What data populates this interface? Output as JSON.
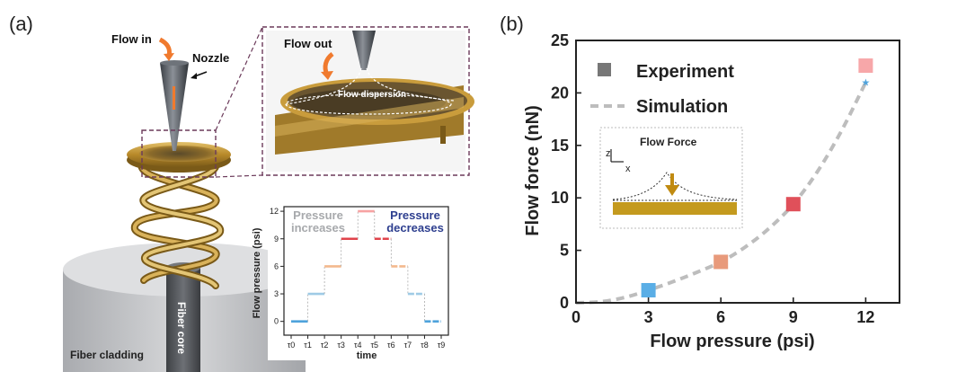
{
  "panel_a": {
    "label": "(a)",
    "flow_in": "Flow in",
    "nozzle": "Nozzle",
    "flow_out": "Flow out",
    "flow_dispersion": "Flow dispersion",
    "fiber_core": "Fiber core",
    "fiber_cladding": "Fiber cladding",
    "colors": {
      "gold": "#b8892a",
      "nozzle": "#555a60",
      "cladding": "#c9cacd",
      "core": "#5c5f63",
      "arrow": "#f07a2e",
      "frame": "#6b3a5a"
    }
  },
  "panel_b": {
    "label": "(b)",
    "inset": {
      "title": "Flow Force",
      "axis_z": "z",
      "axis_x": "x"
    }
  },
  "chart_data": [
    {
      "type": "line",
      "title": "",
      "xlabel": "time",
      "ylabel": "Flow pressure (psi)",
      "annotations": [
        {
          "line1": "Pressure",
          "line2": "increases",
          "color": "#a7a9ac"
        },
        {
          "line1": "Pressure",
          "line2": "decreases",
          "color": "#2e3f8f"
        }
      ],
      "categories": [
        "τ0",
        "τ1",
        "τ2",
        "τ3",
        "τ4",
        "τ5",
        "τ6",
        "τ7",
        "τ8",
        "τ9"
      ],
      "xticks": [
        "τ0",
        "τ1",
        "τ2",
        "τ3",
        "τ4",
        "τ5",
        "τ6",
        "τ7",
        "τ8",
        "τ9"
      ],
      "yticks": [
        0,
        3,
        6,
        9,
        12
      ],
      "ylim": [
        -1.5,
        12.5
      ],
      "steps": [
        {
          "from": 0,
          "to": 1,
          "value": 0,
          "color": "#4fa3dc",
          "style": "solid"
        },
        {
          "from": 1,
          "to": 2,
          "value": 3,
          "color": "#9fcbe6",
          "style": "solid"
        },
        {
          "from": 2,
          "to": 3,
          "value": 6,
          "color": "#f3b98e",
          "style": "solid"
        },
        {
          "from": 3,
          "to": 4,
          "value": 9,
          "color": "#e0434b",
          "style": "solid"
        },
        {
          "from": 4,
          "to": 5,
          "value": 12,
          "color": "#f7a3a3",
          "style": "solid"
        },
        {
          "from": 5,
          "to": 6,
          "value": 9,
          "color": "#e0434b",
          "style": "dashed"
        },
        {
          "from": 6,
          "to": 7,
          "value": 6,
          "color": "#f3b98e",
          "style": "dashed"
        },
        {
          "from": 7,
          "to": 8,
          "value": 3,
          "color": "#9fcbe6",
          "style": "dashed"
        },
        {
          "from": 8,
          "to": 9,
          "value": 0,
          "color": "#4fa3dc",
          "style": "dashed"
        }
      ]
    },
    {
      "type": "scatter",
      "title": "",
      "xlabel": "Flow pressure (psi)",
      "ylabel": "Flow force (nN)",
      "xlim": [
        0,
        13.4
      ],
      "ylim": [
        0,
        25
      ],
      "xticks": [
        0,
        3,
        6,
        9,
        12
      ],
      "yticks": [
        0,
        5,
        10,
        15,
        20,
        25
      ],
      "legend": {
        "placement": "top-left"
      },
      "series": [
        {
          "name": "Experiment",
          "marker": "square",
          "color": "#777777",
          "points": [
            {
              "x": 3,
              "y": 1.2,
              "color": "#5aaee6"
            },
            {
              "x": 6,
              "y": 3.9,
              "color": "#e89a7b"
            },
            {
              "x": 9,
              "y": 9.4,
              "color": "#e0505a"
            },
            {
              "x": 12,
              "y": 22.6,
              "color": "#f7a7a9"
            }
          ]
        },
        {
          "name": "Simulation",
          "style": "dashed",
          "color": "#bdbdbd",
          "points": [
            {
              "x": 0,
              "y": 0.0
            },
            {
              "x": 1,
              "y": 0.1
            },
            {
              "x": 2,
              "y": 0.5
            },
            {
              "x": 3,
              "y": 1.2
            },
            {
              "x": 4,
              "y": 2.0
            },
            {
              "x": 5,
              "y": 2.9
            },
            {
              "x": 6,
              "y": 3.9
            },
            {
              "x": 7,
              "y": 5.3
            },
            {
              "x": 8,
              "y": 7.1
            },
            {
              "x": 9,
              "y": 9.4
            },
            {
              "x": 10,
              "y": 12.5
            },
            {
              "x": 11,
              "y": 16.4
            },
            {
              "x": 12,
              "y": 21.0
            }
          ]
        }
      ]
    }
  ]
}
